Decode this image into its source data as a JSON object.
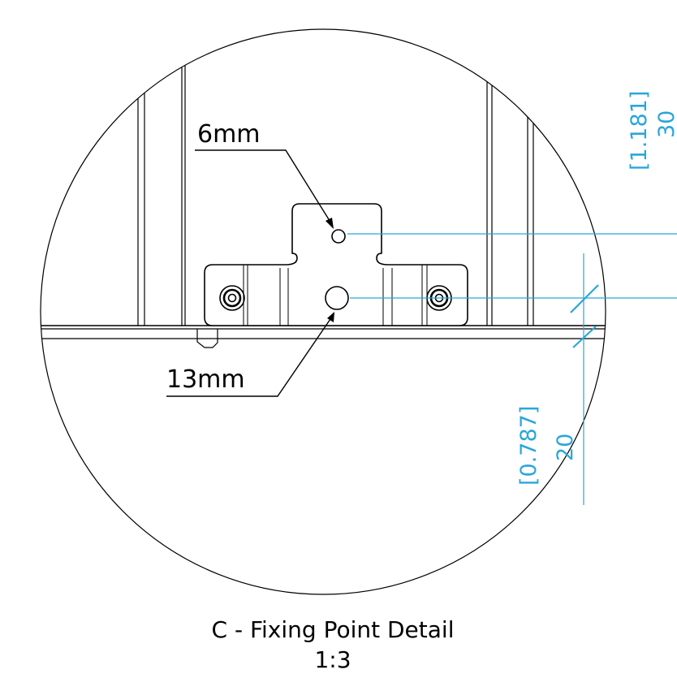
{
  "colors": {
    "line": "#000000",
    "dimension": "#2aa6db",
    "background": "#ffffff"
  },
  "callouts": {
    "small_hole": "6mm",
    "large_hole": "13mm"
  },
  "dimensions": {
    "upper_imperial": "[1.181]",
    "upper_metric": "30",
    "lower_imperial": "[0.787]",
    "lower_metric": "20"
  },
  "title": {
    "name": "C - Fixing Point Detail",
    "scale": "1:3"
  }
}
